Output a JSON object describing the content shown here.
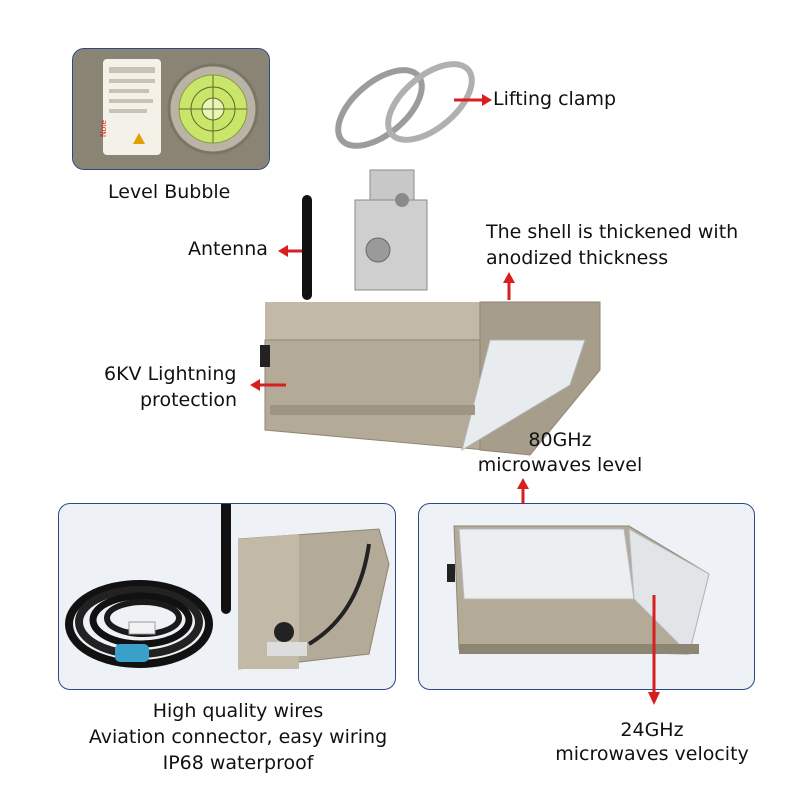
{
  "labels": {
    "level_bubble": "Level Bubble",
    "lifting_clamp": "Lifting clamp",
    "antenna": "Antenna",
    "shell_line1": "The shell is thickened with",
    "shell_line2": "anodized thickness",
    "lightning_line1": "6KV Lightning",
    "lightning_line2": "protection",
    "level_line1": "80GHz",
    "level_line2": "microwaves level",
    "wires_line1": "High quality wires",
    "wires_line2": "Aviation connector, easy wiring",
    "wires_line3": "IP68 waterproof",
    "velocity_line1": "24GHz",
    "velocity_line2": "microwaves velocity"
  },
  "note_label": "Note",
  "colors": {
    "arrow": "#d81e1e",
    "panel_border": "#2a4a86",
    "housing": "#b3aa97",
    "bubble": "#c9e66a"
  }
}
